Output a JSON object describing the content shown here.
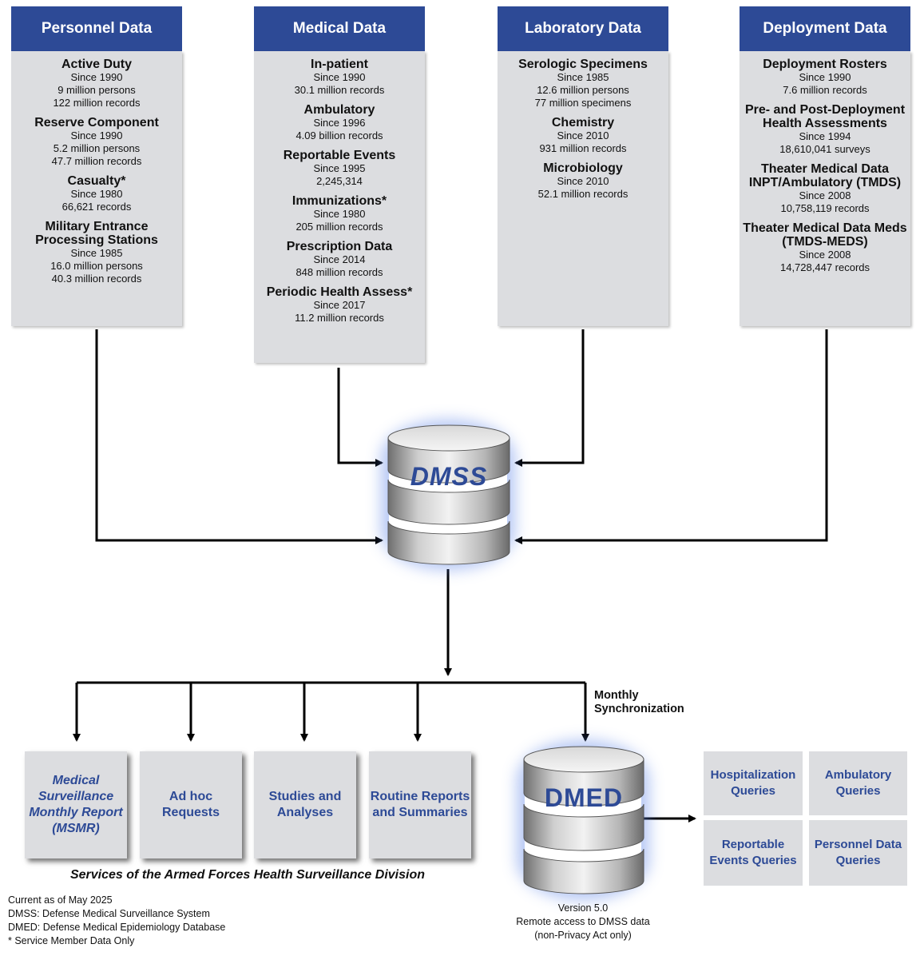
{
  "columns": [
    {
      "header": "Personnel Data",
      "sources": [
        {
          "title": "Active Duty",
          "lines": [
            "Since 1990",
            "9 million persons",
            "122 million records"
          ]
        },
        {
          "title": "Reserve Component",
          "lines": [
            "Since 1990",
            "5.2 million persons",
            "47.7 million records"
          ]
        },
        {
          "title": "Casualty*",
          "lines": [
            "Since 1980",
            "66,621 records"
          ]
        },
        {
          "title": "Military Entrance Processing Stations",
          "lines": [
            "Since 1985",
            "16.0 million persons",
            "40.3 million records"
          ]
        }
      ]
    },
    {
      "header": "Medical Data",
      "sources": [
        {
          "title": "In-patient",
          "lines": [
            "Since 1990",
            "30.1 million records"
          ]
        },
        {
          "title": "Ambulatory",
          "lines": [
            "Since 1996",
            "4.09 billion records"
          ]
        },
        {
          "title": "Reportable Events",
          "lines": [
            "Since 1995",
            "2,245,314"
          ]
        },
        {
          "title": "Immunizations*",
          "lines": [
            "Since 1980",
            "205 million records"
          ]
        },
        {
          "title": "Prescription Data",
          "lines": [
            "Since 2014",
            "848 million records"
          ]
        },
        {
          "title": "Periodic Health Assess*",
          "lines": [
            "Since 2017",
            "11.2 million records"
          ]
        }
      ]
    },
    {
      "header": "Laboratory Data",
      "sources": [
        {
          "title": "Serologic Specimens",
          "lines": [
            "Since 1985",
            "12.6 million persons",
            "77 million specimens"
          ]
        },
        {
          "title": "Chemistry",
          "lines": [
            "Since 2010",
            "931 million records"
          ]
        },
        {
          "title": "Microbiology",
          "lines": [
            "Since 2010",
            "52.1 million records"
          ]
        }
      ]
    },
    {
      "header": "Deployment Data",
      "sources": [
        {
          "title": "Deployment Rosters",
          "lines": [
            "Since 1990",
            "7.6 million records"
          ]
        },
        {
          "title": "Pre- and Post-Deployment Health Assessments",
          "lines": [
            "Since 1994",
            "18,610,041 surveys"
          ]
        },
        {
          "title": "Theater Medical Data INPT/Ambulatory (TMDS)",
          "lines": [
            "Since 2008",
            "10,758,119 records"
          ]
        },
        {
          "title": "Theater Medical Data Meds (TMDS-MEDS)",
          "lines": [
            "Since 2008",
            "14,728,447 records"
          ]
        }
      ]
    }
  ],
  "dmss_label": "DMSS",
  "dmed_label": "DMED",
  "sync_label": "Monthly Synchronization",
  "services": [
    {
      "label": "Medical Surveillance Monthly Report (MSMR)",
      "italic": true
    },
    {
      "label": "Ad hoc Requests",
      "italic": false
    },
    {
      "label": "Studies and Analyses",
      "italic": false
    },
    {
      "label": "Routine Reports and Summaries",
      "italic": false
    }
  ],
  "services_caption": "Services of the Armed Forces Health Surveillance Division",
  "queries": [
    "Hospitalization Queries",
    "Ambulatory Queries",
    "Reportable Events Queries",
    "Personnel Data Queries"
  ],
  "dmed_note": [
    "Version 5.0",
    "Remote access to DMSS data",
    "(non-Privacy Act only)"
  ],
  "footnotes": [
    "Current as of May 2025",
    "DMSS: Defense Medical Surveillance System",
    "DMED: Defense Medical Epidemiology Database",
    "* Service Member Data Only"
  ],
  "colors": {
    "header_blue": "#2d4a96",
    "panel_gray": "#dcdde0",
    "glow": "#5a82e6"
  }
}
